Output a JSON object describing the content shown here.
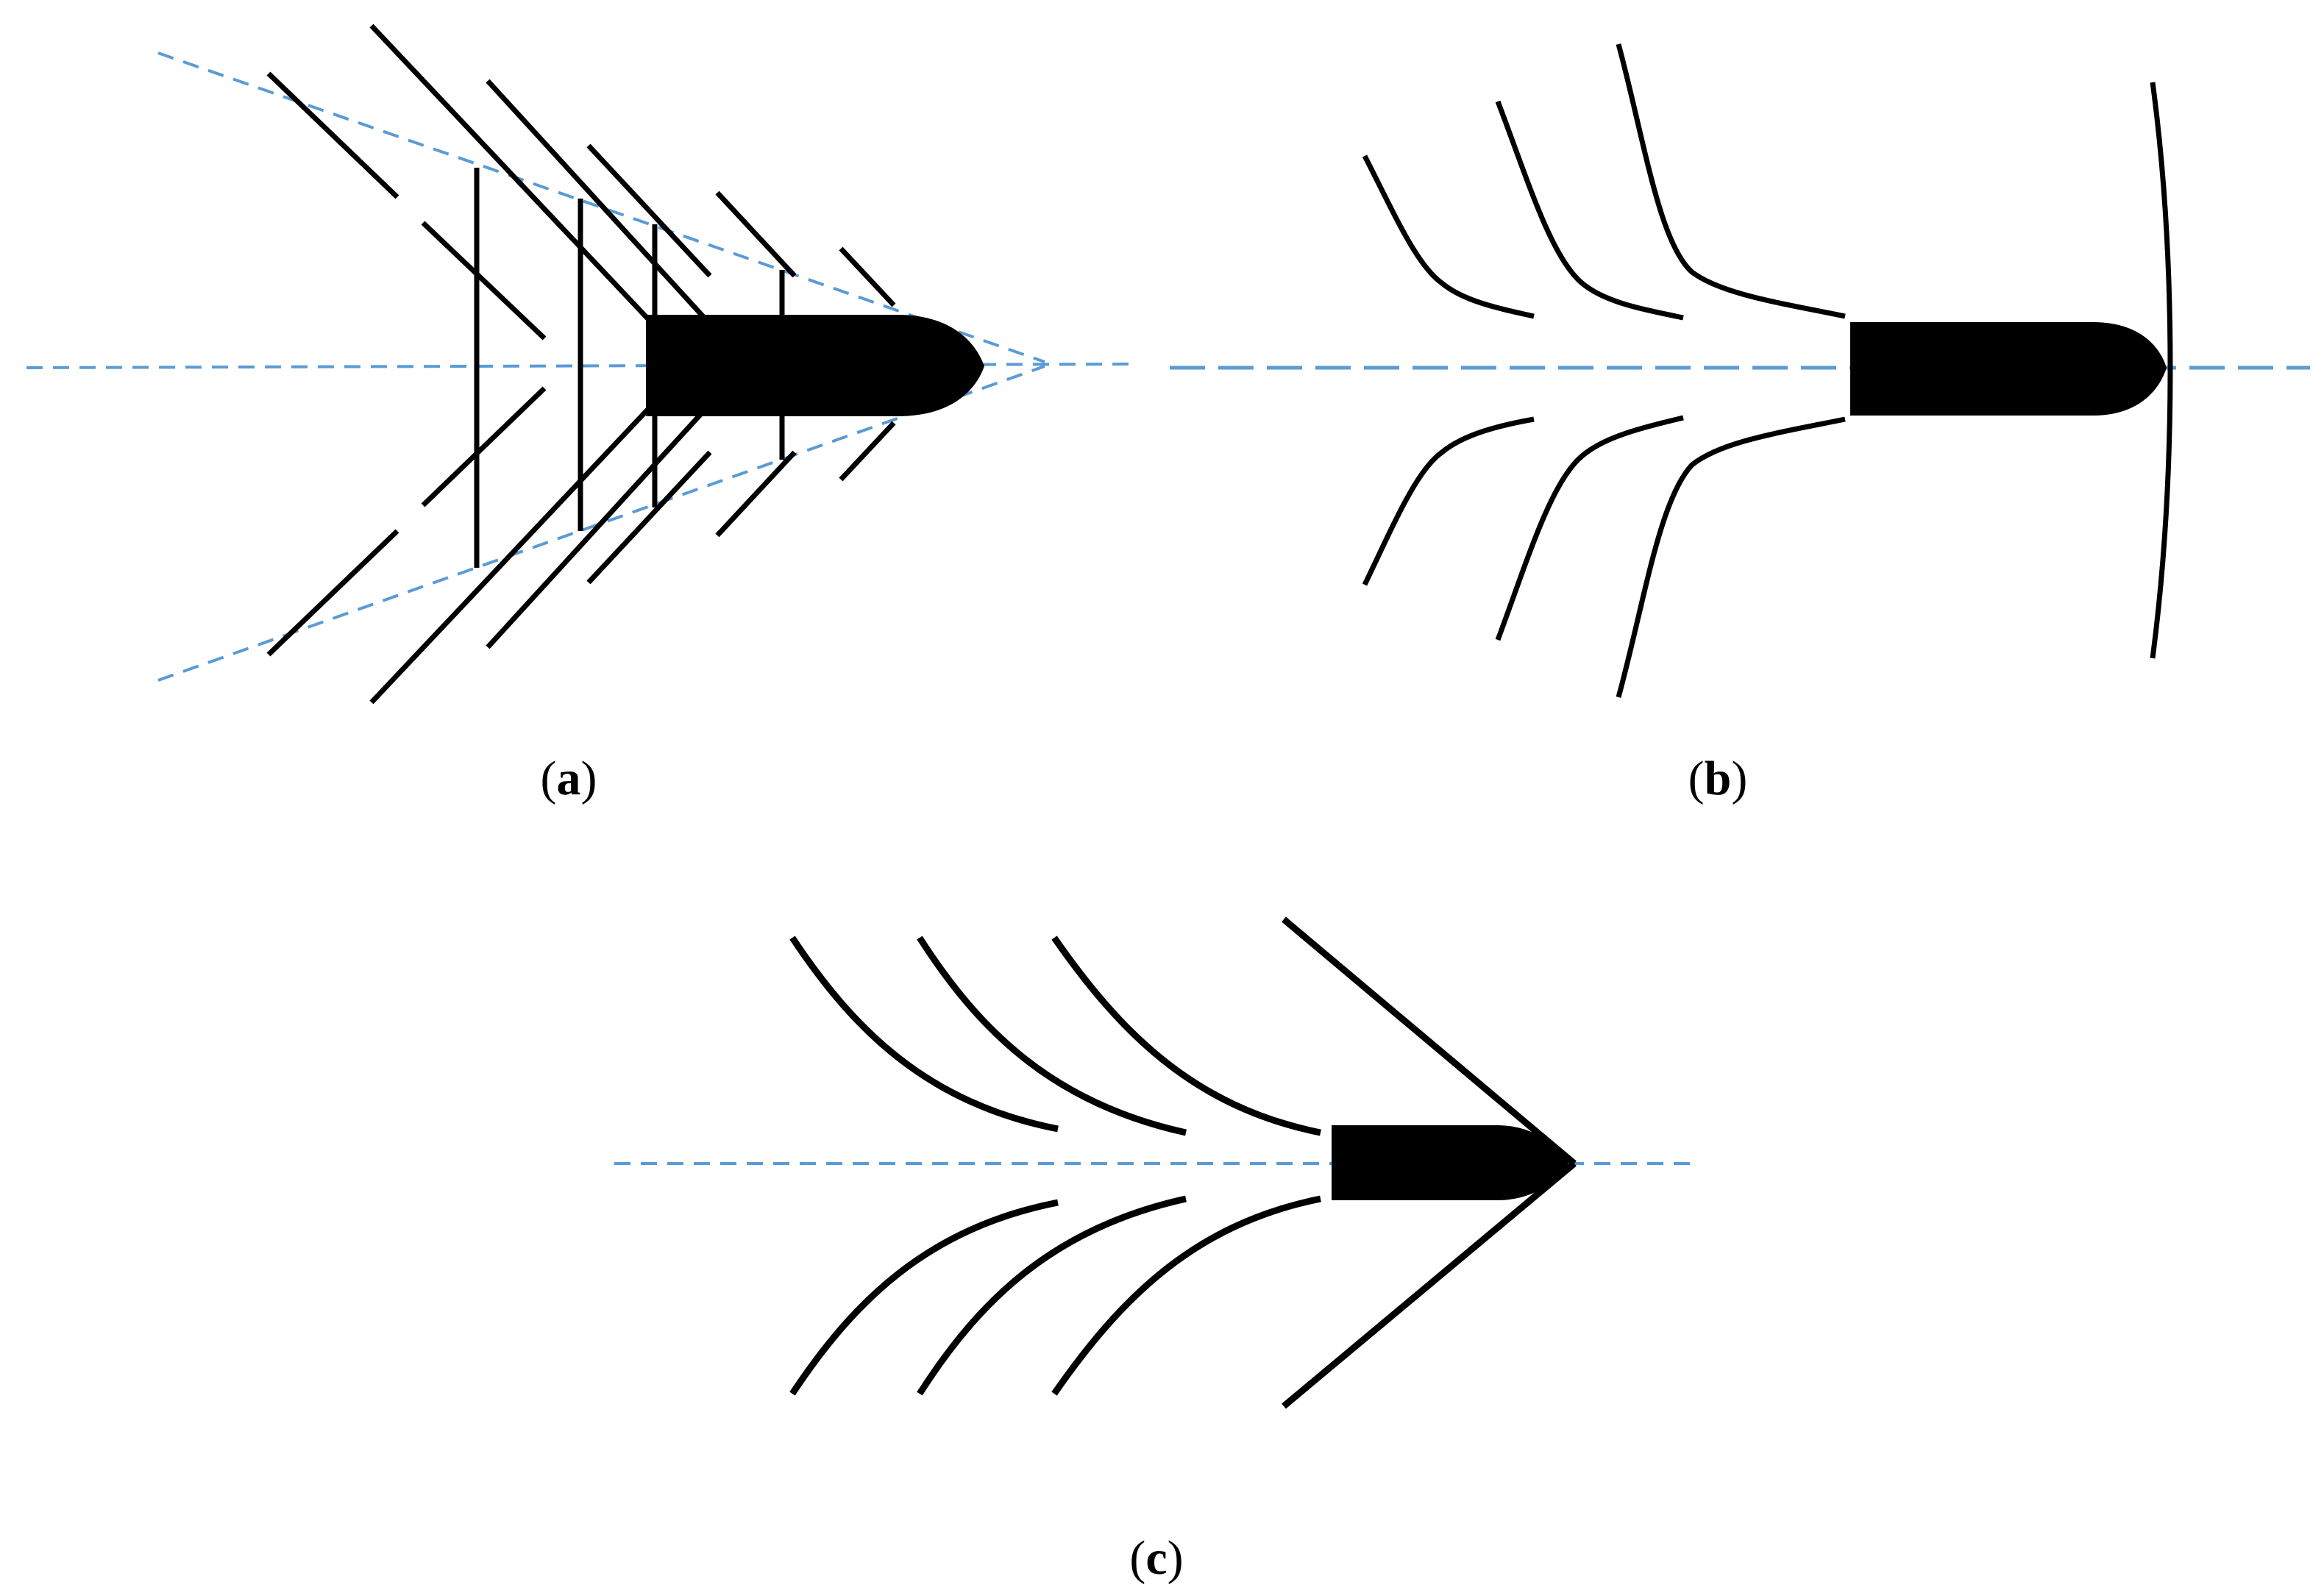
{
  "figure": {
    "panels": [
      {
        "id": "a",
        "label_open": "(",
        "label_letter": "a",
        "label_close": ")"
      },
      {
        "id": "b",
        "label_open": "(",
        "label_letter": "b",
        "label_close": ")"
      },
      {
        "id": "c",
        "label_open": "(",
        "label_letter": "c",
        "label_close": ")"
      }
    ],
    "colors": {
      "axis": "#5b9bd5",
      "ink": "#000000",
      "background": "#ffffff"
    }
  }
}
